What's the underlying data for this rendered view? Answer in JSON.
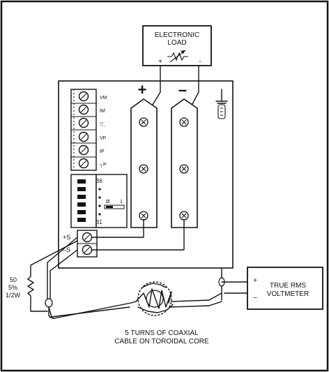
{
  "electronic_load": {
    "line1": "ELECTRONIC",
    "line2": "LOAD",
    "plus": "+",
    "minus": "-"
  },
  "terminals": {
    "plus": "+",
    "minus": "–"
  },
  "upper_connector": {
    "labels": [
      "VM",
      "IM",
      "▽ˬ",
      "VP",
      "IP",
      "┐P"
    ]
  },
  "lower_connector": {
    "b6": "B6",
    "b1": "B1",
    "zero": "Ø",
    "one": "1"
  },
  "sense": {
    "plus": "+S",
    "minus": "–S"
  },
  "resistor": {
    "line1": "50",
    "line2": "5%",
    "line3": "1/2W"
  },
  "voltmeter": {
    "line1": "TRUE RMS",
    "line2": "VOLTMETER",
    "plus": "+",
    "minus": "–"
  },
  "toroid_caption": {
    "line1": "5 TURNS OF COAXIAL",
    "line2": "CABLE ON TOROIDAL CORE"
  }
}
